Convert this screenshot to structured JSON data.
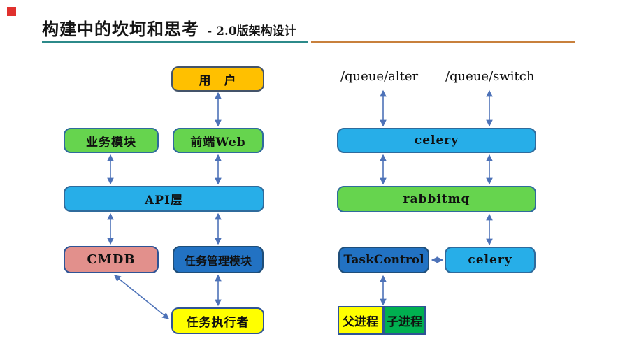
{
  "slide": {
    "marker_color": "#E0312E",
    "title": "构建中的坎坷和思考",
    "subtitle": "- 2.0版架构设计",
    "underline": {
      "teal": "#2C8A8A",
      "orange": "#C8803C"
    }
  },
  "colors": {
    "arrow": "#4D72B8",
    "box_border": "#3C6E9F",
    "gold_box": "#FFC000",
    "green_box": "#66D44E",
    "light_blue_box": "#27AEE8",
    "salmon_box": "#E2908C",
    "medium_blue_box": "#2272C3",
    "yellow_box": "#FFFF00",
    "emerald_box": "#00B050"
  },
  "left_diagram": {
    "user": "用　户",
    "biz_module": "业务模块",
    "front_web": "前端Web",
    "api_layer": "API层",
    "cmdb": "CMDB",
    "task_mgmt": "任务管理模块",
    "task_executor": "任务执行者",
    "edges": [
      {
        "from": "user",
        "to": "front_web",
        "bidirectional": true
      },
      {
        "from": "biz_module",
        "to": "api_layer",
        "bidirectional": true
      },
      {
        "from": "front_web",
        "to": "api_layer",
        "bidirectional": true
      },
      {
        "from": "api_layer",
        "to": "cmdb",
        "bidirectional": true
      },
      {
        "from": "api_layer",
        "to": "task_mgmt",
        "bidirectional": true
      },
      {
        "from": "task_mgmt",
        "to": "task_executor",
        "bidirectional": true
      },
      {
        "from": "cmdb",
        "to": "task_executor",
        "bidirectional": true
      }
    ]
  },
  "right_diagram": {
    "queue_alter": "/queue/alter",
    "queue_switch": "/queue/switch",
    "celery_top": "celery",
    "rabbitmq": "rabbitmq",
    "task_control": "TaskControl",
    "celery_side": "celery",
    "parent_process": "父进程",
    "child_process": "子进程",
    "edges": [
      {
        "from": "queue_alter",
        "to": "celery_top",
        "bidirectional": true
      },
      {
        "from": "queue_switch",
        "to": "celery_top",
        "bidirectional": true
      },
      {
        "from": "celery_top",
        "to": "rabbitmq",
        "bidirectional": true,
        "count": 2
      },
      {
        "from": "rabbitmq",
        "to": "celery_side",
        "bidirectional": true
      },
      {
        "from": "task_control",
        "to": "celery_side",
        "bidirectional": true
      },
      {
        "from": "task_control",
        "to": "parent_process",
        "bidirectional": true
      }
    ]
  }
}
